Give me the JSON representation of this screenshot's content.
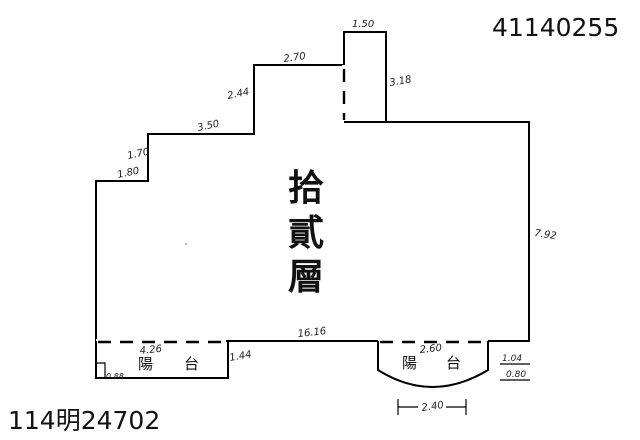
{
  "top_code": "41140255",
  "bottom_code": "114明24702",
  "floor_title": [
    "拾",
    "貳",
    "層"
  ],
  "balcony_left": {
    "char1": "陽",
    "char2": "台"
  },
  "balcony_right": {
    "char1": "陽",
    "char2": "台"
  },
  "dimensions": {
    "top_box": "1.50",
    "top_upper": "2.70",
    "top_box_right": "3.18",
    "left_step_1": "2.44",
    "left_step_2": "3.50",
    "left_step_3": "1.70",
    "left_step_4": "1.80",
    "right_side": "7.92",
    "bottom_main": "16.16",
    "balcony_left_width": "4.26",
    "balcony_left_side": "1.44",
    "balcony_left_small": "0.88",
    "balcony_right_width": "2.60",
    "right_small_1": "1.04",
    "right_small_2": "0.80",
    "bottom_span": "2.40"
  }
}
